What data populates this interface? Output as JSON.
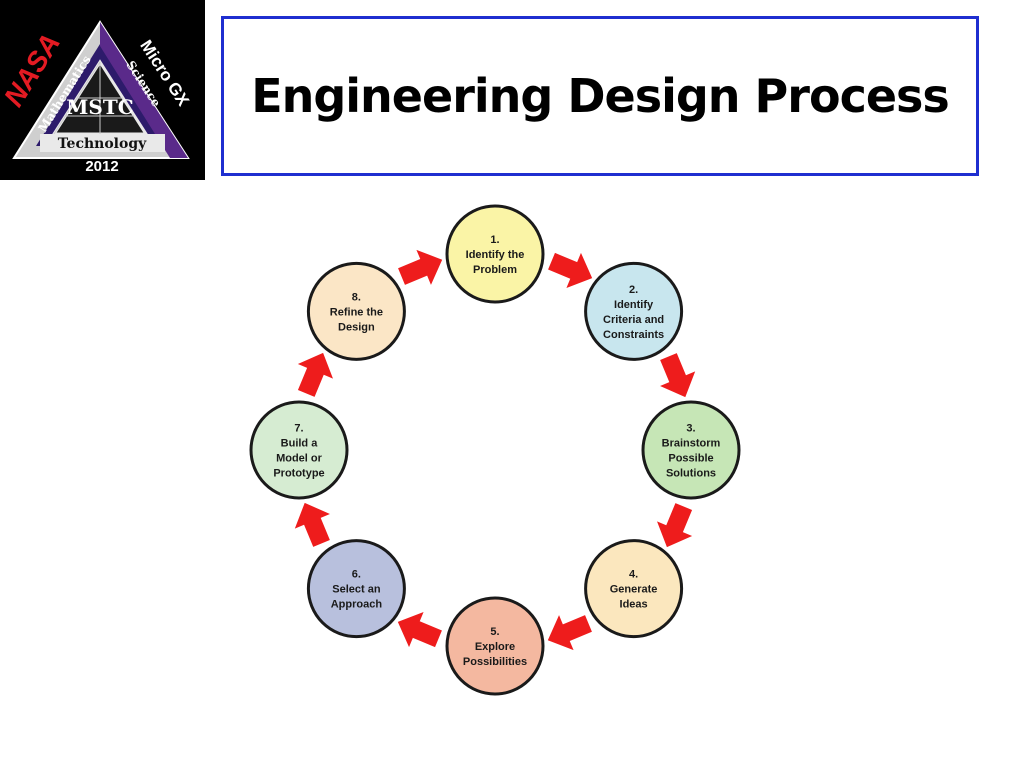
{
  "logo": {
    "agency": "NASA",
    "left_band": "Mathematics",
    "right_band_1": "Micro GX",
    "right_band_2": "Science",
    "center": "MSTC",
    "bottom_band": "Technology",
    "year": "2012"
  },
  "title": "Engineering Design Process",
  "steps": [
    {
      "number": "1.",
      "lines": [
        "Identify the",
        "Problem"
      ],
      "color": "#faf4a6"
    },
    {
      "number": "2.",
      "lines": [
        "Identify",
        "Criteria and",
        "Constraints"
      ],
      "color": "#c8e6ee"
    },
    {
      "number": "3.",
      "lines": [
        "Brainstorm",
        "Possible",
        "Solutions"
      ],
      "color": "#c6e6b6"
    },
    {
      "number": "4.",
      "lines": [
        "Generate",
        "Ideas"
      ],
      "color": "#fbe7be"
    },
    {
      "number": "5.",
      "lines": [
        "Explore",
        "Possibilities"
      ],
      "color": "#f4b8a0"
    },
    {
      "number": "6.",
      "lines": [
        "Select an",
        "Approach"
      ],
      "color": "#b8c0dd"
    },
    {
      "number": "7.",
      "lines": [
        "Build a",
        "Model or",
        "Prototype"
      ],
      "color": "#d6ecd2"
    },
    {
      "number": "8.",
      "lines": [
        "Refine the",
        "Design"
      ],
      "color": "#fbe6c6"
    }
  ],
  "colors": {
    "arrow": "#ee1c1c",
    "title_border": "#1f2fd0",
    "circle_stroke": "#1a1a1a"
  }
}
